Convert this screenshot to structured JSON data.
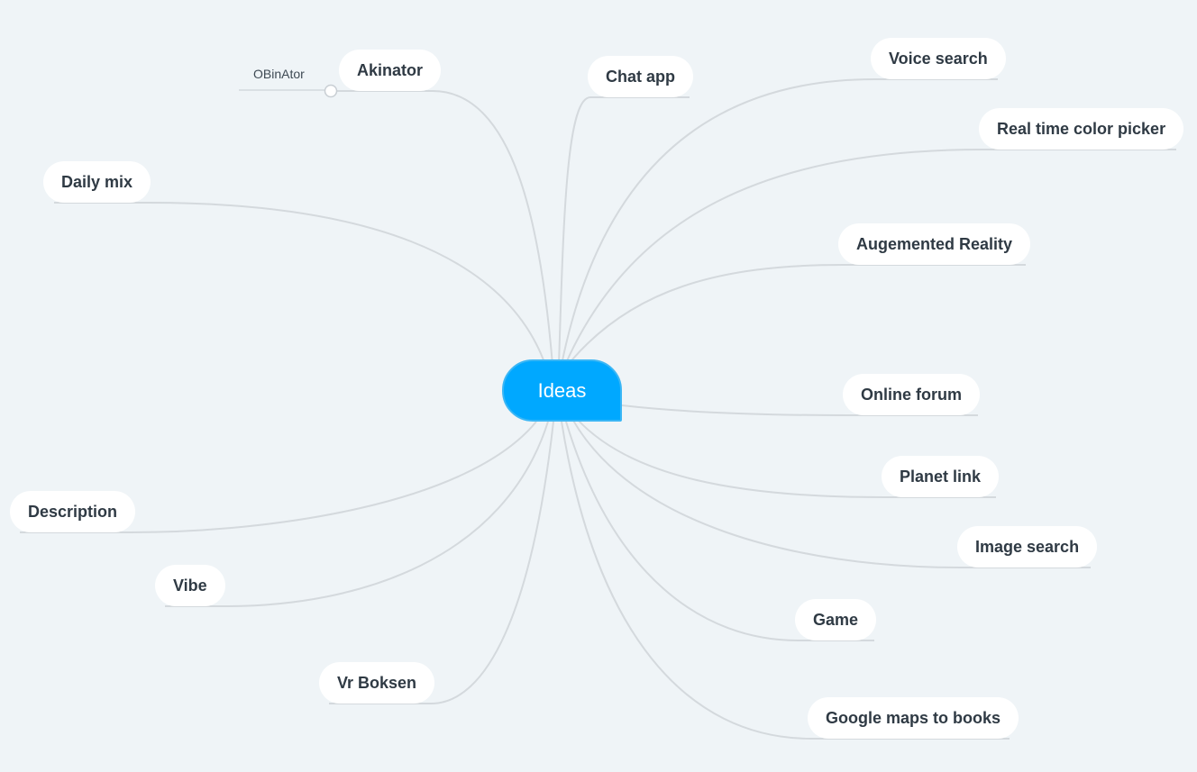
{
  "colors": {
    "background": "#eff4f7",
    "central_topic": "#00a8ff",
    "branch_line": "#d4d9dd",
    "topic_fill": "#ffffff",
    "topic_text": "#2f3a44"
  },
  "map": {
    "central_topic": "Ideas",
    "topics": [
      {
        "key": "akinator",
        "label": "Akinator",
        "annotation": "OBinAtor"
      },
      {
        "key": "chat-app",
        "label": "Chat app"
      },
      {
        "key": "voice-search",
        "label": "Voice search"
      },
      {
        "key": "real-time-color-picker",
        "label": "Real time color picker"
      },
      {
        "key": "daily-mix",
        "label": "Daily mix"
      },
      {
        "key": "augemented-reality",
        "label": "Augemented Reality"
      },
      {
        "key": "online-forum",
        "label": "Online forum"
      },
      {
        "key": "planet-link",
        "label": "Planet link"
      },
      {
        "key": "description",
        "label": "Description"
      },
      {
        "key": "image-search",
        "label": "Image search"
      },
      {
        "key": "vibe",
        "label": "Vibe"
      },
      {
        "key": "game",
        "label": "Game"
      },
      {
        "key": "vr-boksen",
        "label": "Vr Boksen"
      },
      {
        "key": "google-maps-to-books",
        "label": "Google maps to books"
      }
    ]
  }
}
